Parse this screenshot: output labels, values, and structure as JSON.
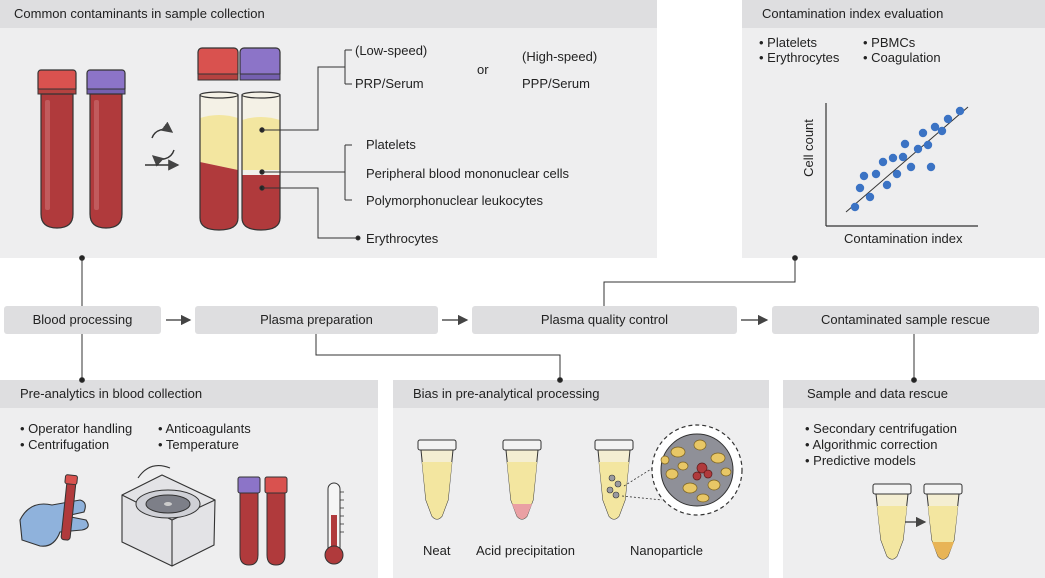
{
  "panels": {
    "contaminants": {
      "title": "Common contaminants in sample collection",
      "low_speed": "(Low-speed)",
      "prp": "PRP/Serum",
      "or": "or",
      "high_speed": "(High-speed)",
      "ppp": "PPP/Serum",
      "platelets": "Platelets",
      "pbmc": "Peripheral blood mononuclear cells",
      "pmn": "Polymorphonuclear leukocytes",
      "erythrocytes": "Erythrocytes"
    },
    "contamination_index": {
      "title": "Contamination index evaluation",
      "bullets_left": [
        "• Platelets",
        "• Erythrocytes"
      ],
      "bullets_right": [
        "• PBMCs",
        "• Coagulation"
      ],
      "y_label": "Cell count",
      "x_label": "Contamination index"
    },
    "pre_analytics": {
      "title": "Pre-analytics in blood collection",
      "bullets_left": [
        "• Operator handling",
        "• Centrifugation"
      ],
      "bullets_right": [
        "• Anticoagulants",
        "• Temperature"
      ]
    },
    "bias": {
      "title": "Bias in pre-analytical processing",
      "neat": "Neat",
      "acid": "Acid precipitation",
      "nano": "Nanoparticle"
    },
    "rescue": {
      "title": "Sample and data rescue",
      "bullets": [
        "• Secondary centrifugation",
        "• Algorithmic correction",
        "• Predictive models"
      ]
    }
  },
  "flow": {
    "blood_processing": "Blood processing",
    "plasma_preparation": "Plasma preparation",
    "plasma_qc": "Plasma quality control",
    "rescue": "Contaminated sample rescue"
  },
  "colors": {
    "panel": "#eeeeef",
    "header": "#dedee0",
    "blood": "#b03a3c",
    "plasma": "#f3e6a0",
    "cap_red": "#d9524f",
    "cap_purple": "#8c74c8",
    "dot": "#3b73c4"
  }
}
